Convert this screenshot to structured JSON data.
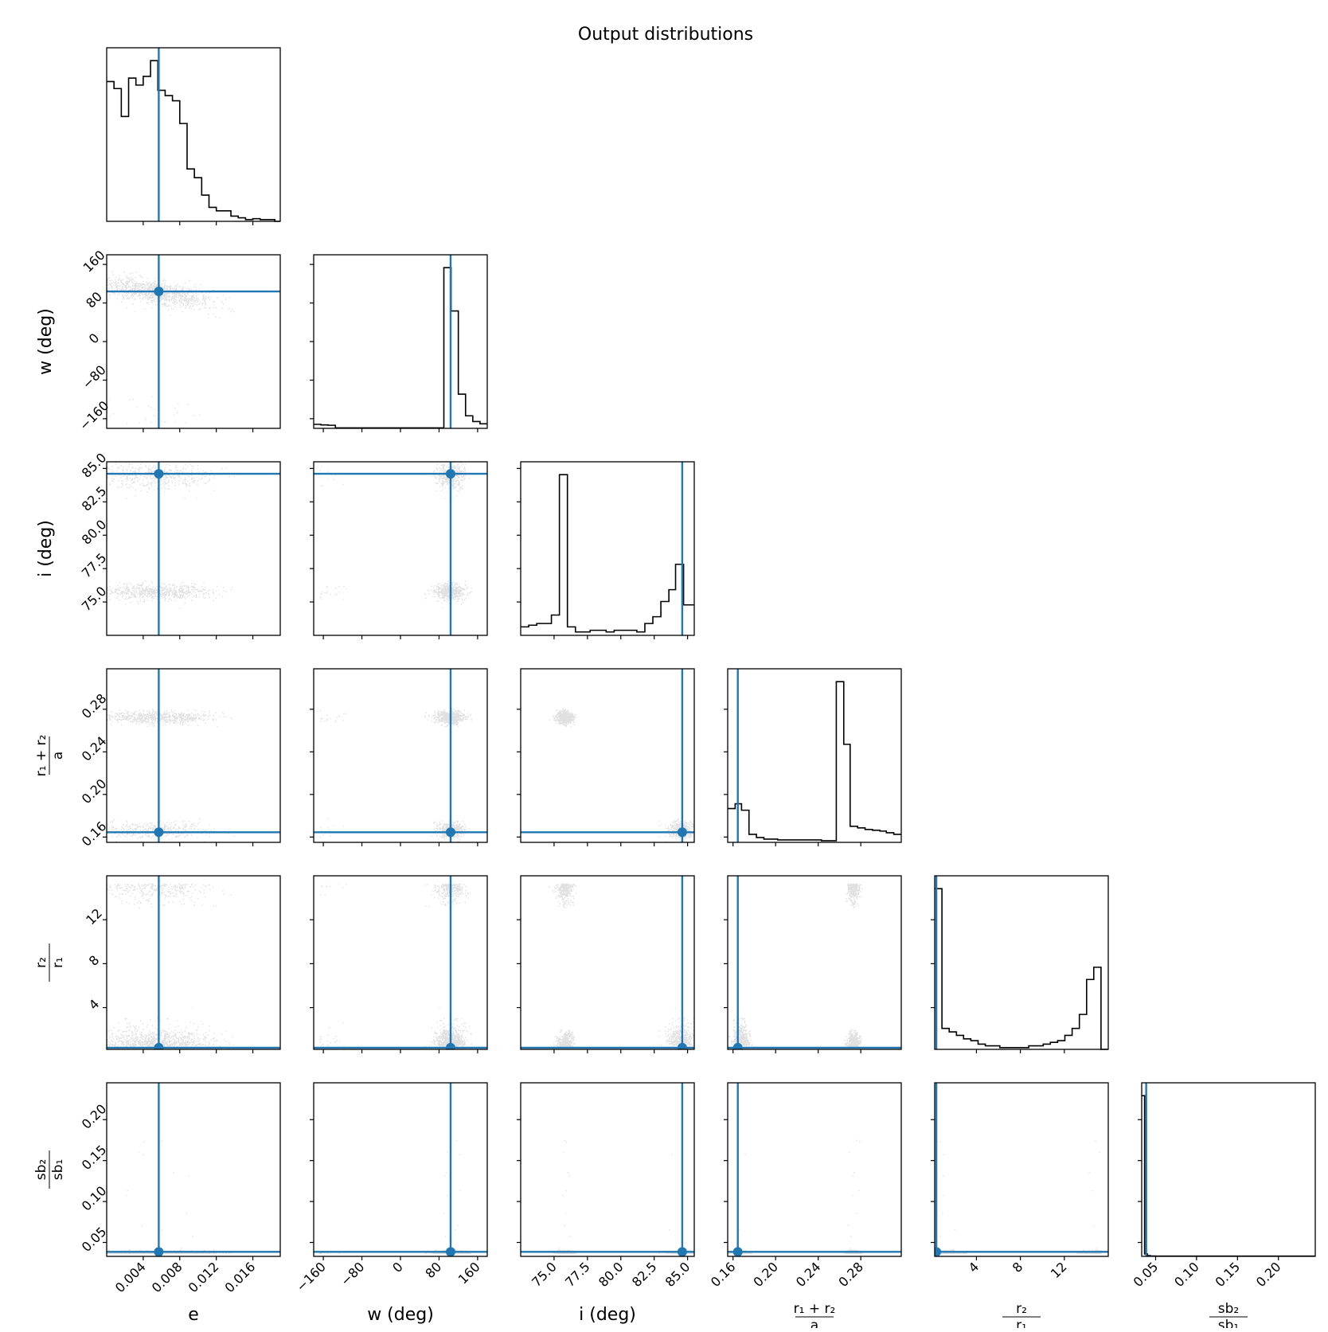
{
  "title": "Output distributions",
  "colors": {
    "truth": "#1f77b4",
    "line": "#000000",
    "density": "#555555"
  },
  "chart_data": {
    "type": "corner",
    "title": "Output distributions",
    "parameters": [
      {
        "key": "e",
        "label": "e",
        "lim": [
          0.0,
          0.019
        ],
        "ticks": [
          0.004,
          0.008,
          0.012,
          0.016
        ],
        "tick_labels": [
          "0.004",
          "0.008",
          "0.012",
          "0.016"
        ],
        "truth": 0.0057
      },
      {
        "key": "w",
        "label": "w (deg)",
        "lim": [
          -180,
          180
        ],
        "ticks": [
          -160,
          -80,
          0,
          80,
          160
        ],
        "tick_labels": [
          "−160",
          "−80",
          "0",
          "80",
          "160"
        ],
        "truth": 104
      },
      {
        "key": "i",
        "label": "i (deg)",
        "lim": [
          72.5,
          85.5
        ],
        "ticks": [
          75.0,
          77.5,
          80.0,
          82.5,
          85.0
        ],
        "tick_labels": [
          "75.0",
          "77.5",
          "80.0",
          "82.5",
          "85.0"
        ],
        "truth": 84.6
      },
      {
        "key": "r",
        "label_num": "r₁ + r₂",
        "label_den": "a",
        "lim": [
          0.155,
          0.318
        ],
        "ticks": [
          0.16,
          0.2,
          0.24,
          0.28
        ],
        "tick_labels": [
          "0.16",
          "0.20",
          "0.24",
          "0.28"
        ],
        "truth": 0.1645
      },
      {
        "key": "q",
        "label_num": "r₂",
        "label_den": "r₁",
        "lim": [
          0.2,
          16.0
        ],
        "ticks": [
          4,
          8,
          12
        ],
        "tick_labels": [
          "4",
          "8",
          "12"
        ],
        "truth": 0.35
      },
      {
        "key": "s",
        "label_num": "sb₂",
        "label_den": "sb₁",
        "lim": [
          0.033,
          0.245
        ],
        "ticks": [
          0.05,
          0.1,
          0.15,
          0.2
        ],
        "tick_labels": [
          "0.05",
          "0.10",
          "0.15",
          "0.20"
        ],
        "truth": 0.0385
      }
    ],
    "histograms": [
      {
        "key": "e",
        "bin_edges": [
          0.0,
          0.0008,
          0.0016,
          0.0024,
          0.0032,
          0.004,
          0.0048,
          0.0056,
          0.0064,
          0.0072,
          0.008,
          0.0088,
          0.0096,
          0.0104,
          0.0112,
          0.012,
          0.0128,
          0.0136,
          0.0144,
          0.0152,
          0.016,
          0.0168,
          0.0176,
          0.0184,
          0.019
        ],
        "counts": [
          80,
          76,
          60,
          82,
          78,
          83,
          92,
          75,
          72,
          69,
          56,
          30,
          25,
          15,
          8,
          6,
          6,
          3,
          2,
          1,
          1.5,
          1,
          1,
          0
        ]
      },
      {
        "key": "w",
        "bin_edges": [
          -180,
          -165,
          -150,
          -135,
          -120,
          -105,
          -90,
          -75,
          -60,
          -45,
          -30,
          -15,
          0,
          15,
          30,
          45,
          60,
          75,
          90,
          105,
          120,
          135,
          150,
          165,
          180
        ],
        "counts": [
          3.5,
          3.0,
          2.7,
          0.4,
          0.4,
          0.4,
          0.4,
          0.4,
          0.4,
          0.4,
          0.4,
          0.4,
          0.4,
          0.4,
          0.4,
          0.4,
          0.4,
          0.4,
          141,
          103,
          30,
          11,
          6,
          4
        ]
      },
      {
        "key": "i",
        "bin_edges": [
          72.5,
          73.1,
          73.7,
          74.2,
          74.8,
          75.4,
          76.0,
          76.6,
          77.1,
          77.7,
          78.3,
          78.9,
          79.5,
          80.1,
          80.6,
          81.2,
          81.8,
          82.4,
          83.0,
          83.6,
          84.1,
          84.7,
          85.3,
          85.5
        ],
        "counts": [
          5,
          6,
          7,
          7,
          12,
          95,
          5,
          2,
          2,
          3,
          3,
          2,
          3,
          3,
          3,
          2,
          7,
          11,
          20,
          27,
          42,
          18,
          18
        ]
      },
      {
        "key": "r",
        "bin_edges": [
          0.155,
          0.162,
          0.168,
          0.175,
          0.182,
          0.189,
          0.196,
          0.202,
          0.209,
          0.216,
          0.223,
          0.23,
          0.236,
          0.243,
          0.25,
          0.257,
          0.264,
          0.27,
          0.277,
          0.284,
          0.291,
          0.298,
          0.304,
          0.311,
          0.318
        ],
        "counts": [
          42,
          48,
          40,
          10,
          6,
          4,
          4,
          3,
          3,
          3,
          3,
          3,
          3,
          2,
          2,
          200,
          122,
          20,
          18,
          16,
          15,
          14,
          12,
          10
        ]
      },
      {
        "key": "q",
        "bin_edges": [
          0.2,
          0.86,
          1.52,
          2.18,
          2.83,
          3.49,
          4.15,
          4.81,
          5.47,
          6.13,
          6.78,
          7.44,
          8.1,
          8.76,
          9.42,
          10.08,
          10.73,
          11.39,
          12.05,
          12.71,
          13.37,
          14.03,
          14.68,
          15.34,
          16.0
        ],
        "counts": [
          92,
          12,
          10,
          8,
          6,
          5,
          3,
          2,
          2,
          1,
          1,
          1,
          1,
          2,
          2,
          3,
          4,
          5,
          8,
          12,
          20,
          40,
          47,
          0
        ]
      },
      {
        "key": "s",
        "bin_edges": [
          0.033,
          0.0365,
          0.04,
          0.0435,
          0.05,
          0.245
        ],
        "counts": [
          200,
          3,
          1,
          0.5,
          0.3
        ]
      }
    ],
    "truth_markers": {
      "e": 0.0057,
      "w (deg)": 104,
      "i (deg)": 84.6,
      "(r1+r2)/a": 0.1645,
      "r2/r1": 0.35,
      "sb2/sb1": 0.0385
    }
  }
}
